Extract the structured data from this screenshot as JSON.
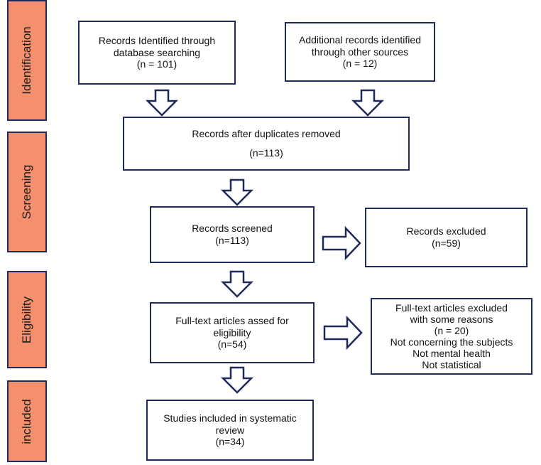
{
  "phases": {
    "identification": "Identification",
    "screening": "Screening",
    "eligibility": "Eligibility",
    "included": "included"
  },
  "boxes": {
    "db_search": {
      "lines": [
        "Records Identified through",
        "database searching",
        "(n = 101)"
      ]
    },
    "other_sources": {
      "lines": [
        "Additional records identified",
        "through other sources",
        "(n = 12)"
      ]
    },
    "duplicates_removed": {
      "title": "Records after duplicates removed",
      "count": "(n=113)"
    },
    "screened": {
      "title": "Records screened",
      "count": "(n=113)"
    },
    "excluded": {
      "title": "Records excluded",
      "count": "(n=59)"
    },
    "fulltext_assessed": {
      "lines": [
        "Full-text articles assed for",
        "eligibility",
        "(n=54)"
      ]
    },
    "fulltext_excluded": {
      "lines": [
        "Full-text articles excluded",
        "with some reasons",
        "(n = 20)",
        "Not concerning the subjects",
        "Not mental health",
        "Not statistical"
      ]
    },
    "included_studies": {
      "lines": [
        "Studies included in systematic",
        "review",
        "(n=34)"
      ]
    }
  },
  "colors": {
    "phase_fill": "#F4906E",
    "border": "#1F2A5A",
    "box_fill": "#FFFFFF"
  }
}
